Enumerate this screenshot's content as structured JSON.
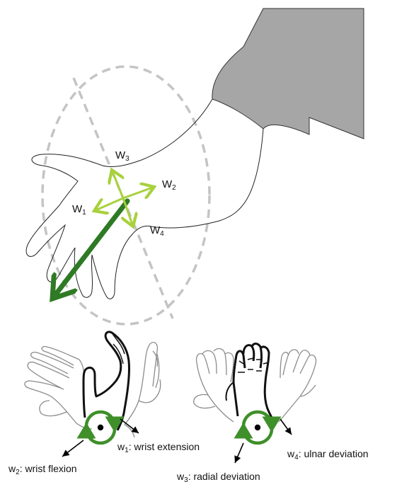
{
  "colors": {
    "sleeve": "#a6a6a6",
    "ellipse": "#c4c4c4",
    "main_arrow": "#2f7a25",
    "cross_arrows": "#a8d13c",
    "rotation_ring": "#3f8f2a",
    "ghost_hand": "#8c8c8c",
    "outline": "#000000"
  },
  "arm_labels": {
    "w3": {
      "letter": "W",
      "sub": "3"
    },
    "w2": {
      "letter": "W",
      "sub": "2"
    },
    "w1": {
      "letter": "W",
      "sub": "1"
    },
    "w4": {
      "letter": "W",
      "sub": "4"
    }
  },
  "captions": {
    "w1": {
      "letter": "w",
      "sub": "1",
      "text": ": wrist extension"
    },
    "w2": {
      "letter": "w",
      "sub": "2",
      "text": ": wrist flexion"
    },
    "w3": {
      "letter": "w",
      "sub": "3",
      "text": ": radial deviation"
    },
    "w4": {
      "letter": "w",
      "sub": "4",
      "text": ": ulnar deviation"
    }
  }
}
